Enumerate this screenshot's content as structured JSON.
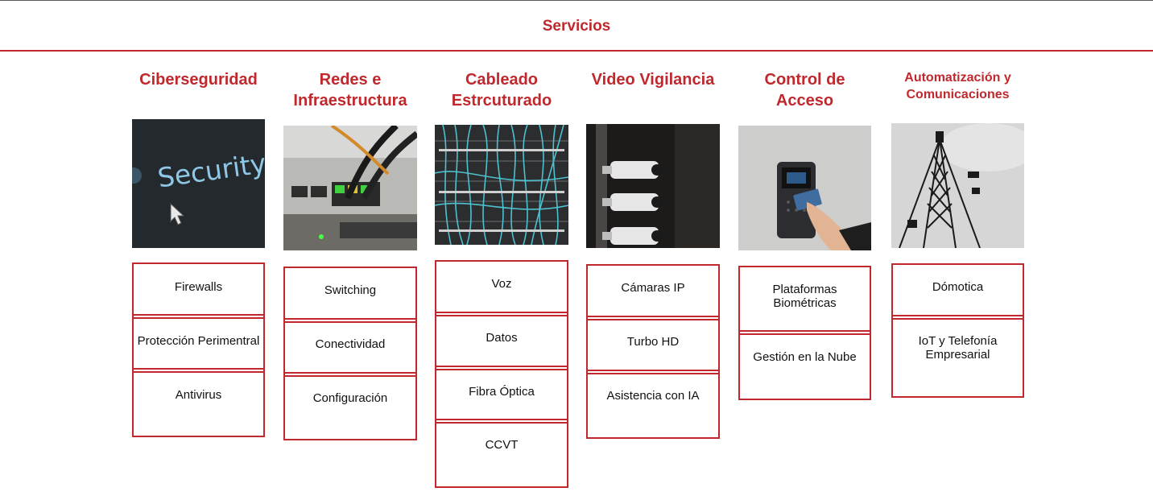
{
  "header": {
    "title": "Servicios"
  },
  "services": [
    {
      "title": "Ciberseguridad",
      "image_icon": "security-photo",
      "image_text": "Security",
      "items": [
        "Firewalls",
        "Protección Perimentral",
        "Antivirus"
      ]
    },
    {
      "title": "Redes e Infraestructura",
      "image_icon": "network-switch-photo",
      "items": [
        "Switching",
        "Conectividad",
        "Configuración"
      ]
    },
    {
      "title": "Cableado Estrcuturado",
      "image_icon": "patch-panel-cables-photo",
      "items": [
        "Voz",
        "Datos",
        "Fibra Óptica",
        "CCVT"
      ]
    },
    {
      "title": "Video Vigilancia",
      "image_icon": "security-cameras-photo",
      "items": [
        "Cámaras IP",
        "Turbo HD",
        "Asistencia con IA"
      ]
    },
    {
      "title": "Control de Acceso",
      "image_icon": "access-card-reader-photo",
      "items": [
        "Plataformas Biométricas",
        "Gestión en la Nube"
      ]
    },
    {
      "title": "Automatización y Comunicaciones",
      "image_icon": "telecom-tower-photo",
      "items": [
        "Dómotica",
        "IoT y Telefonía Empresarial"
      ]
    }
  ],
  "colors": {
    "accent": "#c0282d",
    "text": "#111111",
    "background": "#ffffff"
  }
}
